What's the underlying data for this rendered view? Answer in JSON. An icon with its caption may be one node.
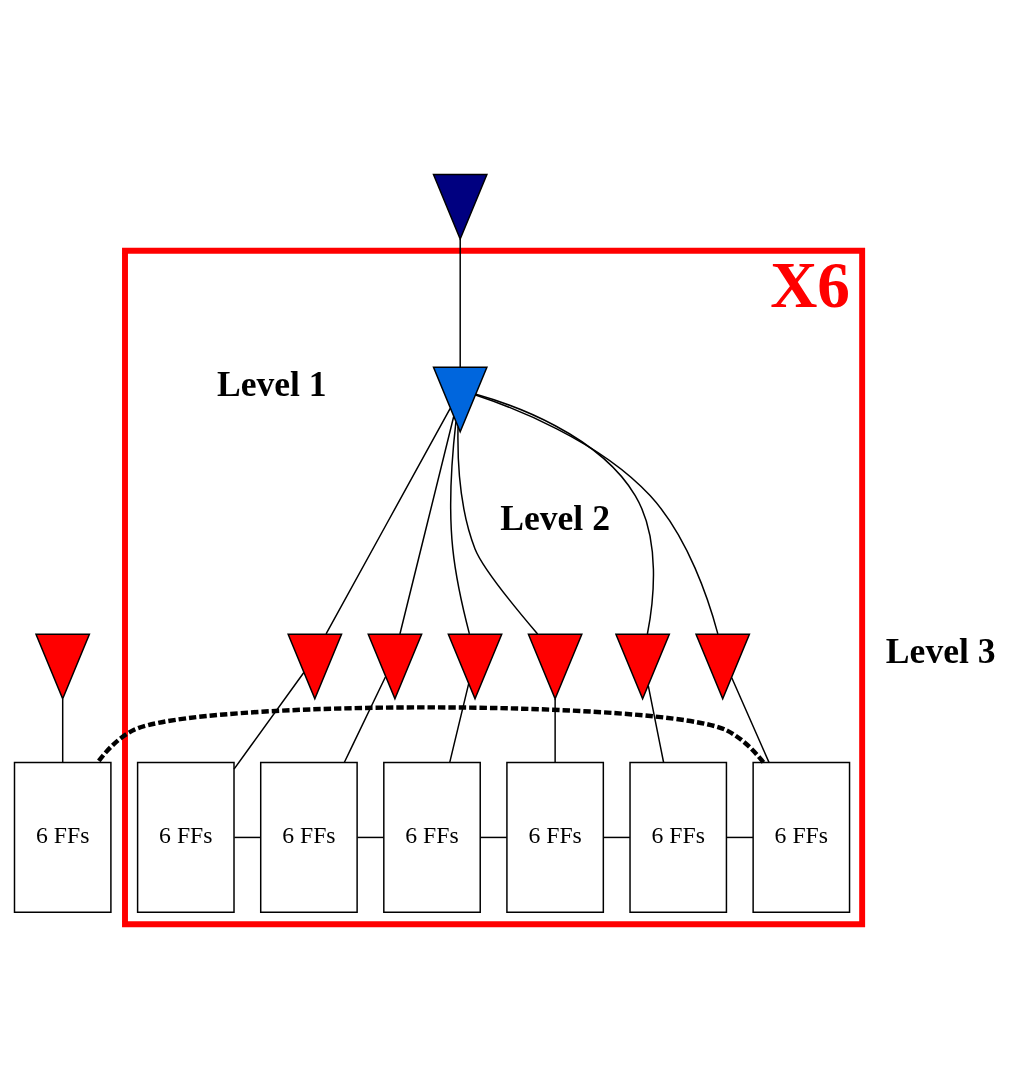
{
  "diagram": {
    "nodes": [
      {
        "text": [],
        "shape": "box",
        "beside": [
          "X6"
        ]
      },
      {
        "text": [],
        "shape": "triangle"
      },
      {
        "text": [],
        "shape": "triangle",
        "in": 0
      },
      {
        "text": [],
        "shape": "triangle",
        "in": 0
      },
      {
        "text": [],
        "shape": "triangle",
        "in": 0
      },
      {
        "text": [],
        "shape": "triangle",
        "in": 0
      },
      {
        "text": [],
        "shape": "triangle",
        "in": 0
      },
      {
        "text": [],
        "shape": "triangle",
        "in": 0
      },
      {
        "text": [],
        "shape": "triangle",
        "in": 0
      },
      {
        "text": [],
        "shape": "triangle"
      },
      {
        "text": [
          "6 FFs"
        ],
        "in": 0
      },
      {
        "text": [
          "6 FFs"
        ],
        "in": 0
      },
      {
        "text": [
          "6 FFs"
        ],
        "in": 0
      },
      {
        "text": [
          "6 FFs"
        ],
        "in": 0
      },
      {
        "text": [
          "6 FFs"
        ],
        "in": 0
      },
      {
        "text": [
          "6 FFs"
        ],
        "in": 0
      },
      {
        "text": [
          "6 FFs"
        ]
      }
    ],
    "edges": [
      {
        "from": 1,
        "to": 2,
        "arrow": "none"
      },
      {
        "from": 2,
        "to": 3,
        "arrow": "none"
      },
      {
        "from": 2,
        "to": 4,
        "arrow": "none"
      },
      {
        "from": 2,
        "to": 5,
        "arrow": "none"
      },
      {
        "from": 2,
        "to": 6,
        "arrow": "none"
      },
      {
        "from": 2,
        "to": 7,
        "arrow": "none"
      },
      {
        "from": 2,
        "to": 8,
        "arrow": "none"
      },
      {
        "from": 3,
        "to": 10,
        "arrow": "none"
      },
      {
        "from": 4,
        "to": 11,
        "arrow": "none"
      },
      {
        "from": 5,
        "to": 12,
        "arrow": "none"
      },
      {
        "from": 6,
        "to": 13,
        "arrow": "none"
      },
      {
        "from": 7,
        "to": 14,
        "arrow": "none"
      },
      {
        "from": 8,
        "to": 15,
        "arrow": "none"
      },
      {
        "from": 9,
        "to": 16,
        "arrow": "none"
      },
      {
        "from": 10,
        "to": 11,
        "arrow": "none"
      },
      {
        "from": 11,
        "to": 12,
        "arrow": "none"
      },
      {
        "from": 12,
        "to": 13,
        "arrow": "none"
      },
      {
        "from": 13,
        "to": 14,
        "arrow": "none"
      },
      {
        "from": 14,
        "to": 15,
        "arrow": "none"
      },
      {
        "from": 15,
        "to": 16,
        "arrow": "none",
        "style": "dashed"
      }
    ],
    "labels": [
      "Level 1",
      "Level 2",
      "Level 3"
    ]
  }
}
